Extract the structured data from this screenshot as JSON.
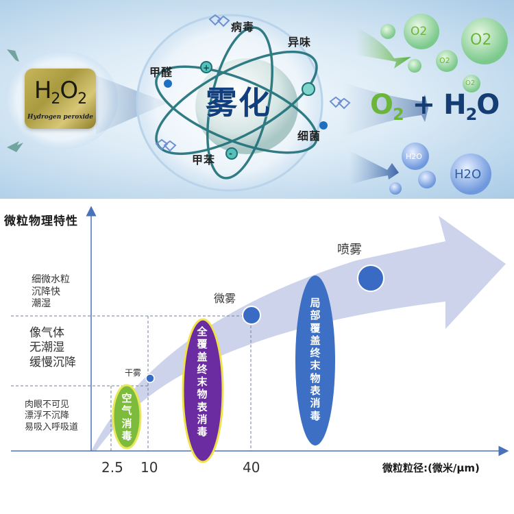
{
  "banner": {
    "input": {
      "formula_main": "H",
      "formula_sub1": "2",
      "formula_mid": "O",
      "formula_sub2": "2",
      "name": "Hydrogen peroxide"
    },
    "process_title": "雾化",
    "targets": [
      "病毒",
      "异味",
      "甲醛",
      "细菌",
      "甲苯"
    ],
    "products": {
      "o2_main": "O",
      "o2_sub": "2",
      "plus": "+",
      "h2o_h": "H",
      "h2o_sub": "2",
      "h2o_o": "O",
      "bubble_o2": "O2",
      "bubble_h2o": "H2O"
    },
    "colors": {
      "o2_green": "#6bb63a",
      "h2o_navy": "#153d73",
      "title_blue": "#113e7d"
    }
  },
  "chart_data": {
    "type": "scatter",
    "title": "",
    "ylabel": "微粒物理特性",
    "xlabel": "微粒粒径:(微米/μm)",
    "x_ticks": [
      "2.5",
      "10",
      "40"
    ],
    "y_bands": [
      {
        "level": "low",
        "lines": [
          "肉眼不可见",
          "漂浮不沉降",
          "易吸入呼吸道"
        ]
      },
      {
        "level": "mid",
        "lines": [
          "像气体",
          "无潮湿",
          "缓慢沉降"
        ]
      },
      {
        "level": "high",
        "lines": [
          "细微水粒",
          "沉降快",
          "潮湿"
        ]
      }
    ],
    "points": [
      {
        "label": "干雾",
        "x_um": 10,
        "band": "mid-low"
      },
      {
        "label": "微雾",
        "x_um": 40,
        "band": "mid-high"
      },
      {
        "label": "喷雾",
        "x_um": "> 40",
        "band": "high"
      }
    ],
    "applications": [
      {
        "text": "空气消毒",
        "range_um": [
          2.5,
          10
        ],
        "color": "#7dbb3c"
      },
      {
        "text": "全覆盖终末物表消毒",
        "range_um": [
          10,
          40
        ],
        "color": "#6a2ca0"
      },
      {
        "text": "局部覆盖终末物表消毒",
        "range_um": [
          40,
          null
        ],
        "color": "#3d6fc4"
      }
    ],
    "trend_arrow": "increasing particle size → wetter, faster settling",
    "grid": "dashed guide lines at band boundaries and tick positions"
  }
}
